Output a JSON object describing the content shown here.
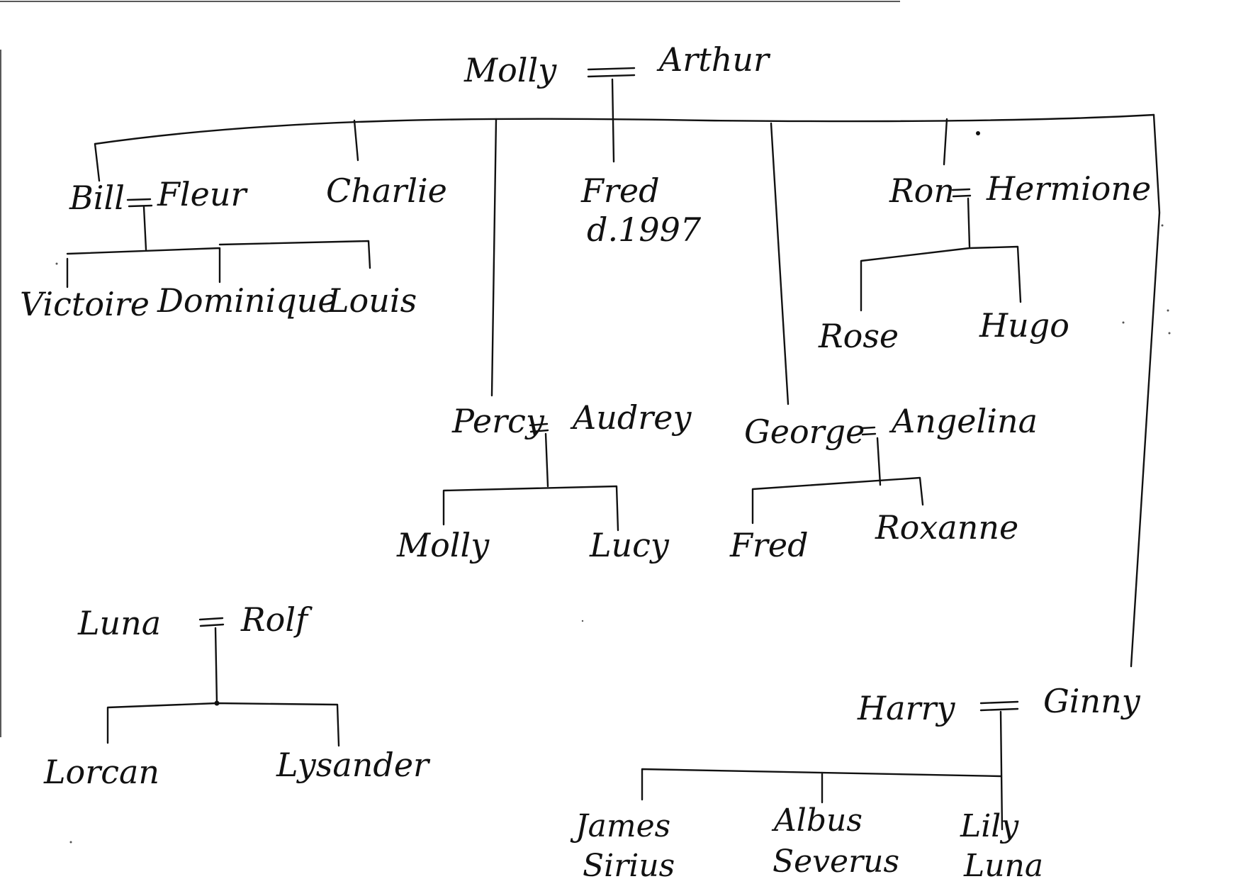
{
  "tree": {
    "root": {
      "left": "Molly",
      "right": "Arthur"
    },
    "branches": {
      "bill": {
        "left": "Bill",
        "right": "Fleur",
        "children": [
          "Victoire",
          "Dominique",
          "Louis"
        ]
      },
      "charlie": {
        "name": "Charlie"
      },
      "percy": {
        "left": "Percy",
        "right": "Audrey",
        "children": [
          "Molly",
          "Lucy"
        ]
      },
      "fred": {
        "name": "Fred",
        "note": "d.1997"
      },
      "george": {
        "left": "George",
        "right": "Angelina",
        "children": [
          "Fred",
          "Roxanne"
        ]
      },
      "ron": {
        "left": "Ron",
        "right": "Hermione",
        "children": [
          "Rose",
          "Hugo"
        ]
      },
      "ginny": {
        "left": "Harry",
        "right": "Ginny",
        "children": [
          {
            "first": "James",
            "second": "Sirius"
          },
          {
            "first": "Albus",
            "second": "Severus"
          },
          {
            "first": "Lily",
            "second": "Luna"
          }
        ]
      }
    },
    "separate": {
      "left": "Luna",
      "right": "Rolf",
      "children": [
        "Lorcan",
        "Lysander"
      ]
    },
    "marriage_symbol": "="
  }
}
